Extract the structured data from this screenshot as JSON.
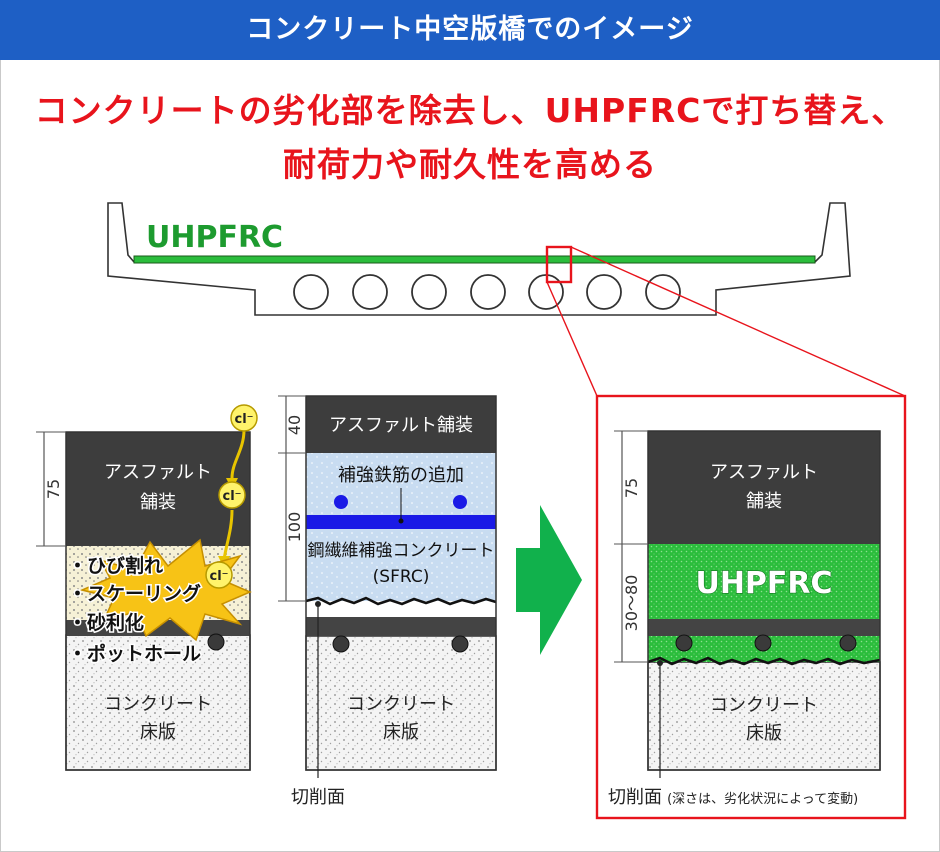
{
  "header": {
    "title": "コンクリート中空版橋でのイメージ"
  },
  "headline": {
    "line1": "コンクリートの劣化部を除去し、UHPFRCで打ち替え、",
    "line2": "耐荷力や耐久性を高める"
  },
  "bridge": {
    "layer_label": "UHPFRC"
  },
  "colors": {
    "header": "#1e5fc5",
    "headline": "#e8141c",
    "uhpfrc": "#2bbd3c",
    "arrow": "#11b14c",
    "rebar": "#1a1ae6"
  },
  "left_panel": {
    "asphalt": [
      "アスファルト",
      "舗装"
    ],
    "dim_asphalt": "75",
    "chloride": "cl⁻",
    "damage": [
      "・ひび割れ",
      "・スケーリング",
      "・砂利化",
      "・ポットホール"
    ],
    "slab": [
      "コンクリート",
      "床版"
    ]
  },
  "middle_panel": {
    "asphalt": "アスファルト舗装",
    "dim_top": "40",
    "dim_mid": "100",
    "rebar_label": "補強鉄筋の追加",
    "sfrc": [
      "鋼繊維補強コンクリート",
      "(SFRC)"
    ],
    "slab": [
      "コンクリート",
      "床版"
    ],
    "cut_label": "切削面"
  },
  "right_panel": {
    "asphalt": [
      "アスファルト",
      "舗装"
    ],
    "dim_asphalt": "75",
    "dim_uhpfrc": "30～80",
    "uhpfrc": "UHPFRC",
    "slab": [
      "コンクリート",
      "床版"
    ],
    "cut_label": "切削面",
    "cut_note": "(深さは、劣化状況によって変動)"
  }
}
